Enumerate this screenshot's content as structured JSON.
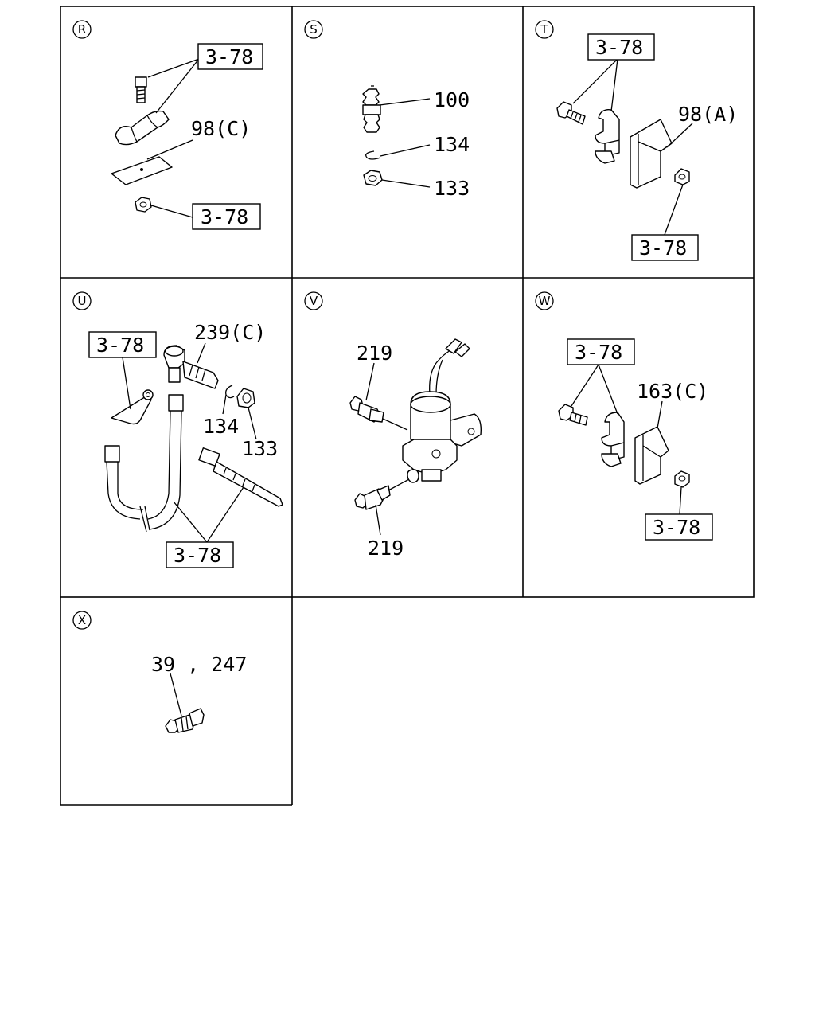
{
  "panels": [
    {
      "id": "R",
      "circle_label": "R",
      "labels": [
        "3-78",
        "98(C)",
        "3-78"
      ]
    },
    {
      "id": "S",
      "circle_label": "S",
      "labels": [
        "100",
        "134",
        "133"
      ]
    },
    {
      "id": "T",
      "circle_label": "T",
      "labels": [
        "3-78",
        "98(A)",
        "3-78"
      ]
    },
    {
      "id": "U",
      "circle_label": "U",
      "labels": [
        "3-78",
        "239(C)",
        "134",
        "133",
        "3-78"
      ]
    },
    {
      "id": "V",
      "circle_label": "V",
      "labels": [
        "219",
        "219"
      ]
    },
    {
      "id": "W",
      "circle_label": "W",
      "labels": [
        "3-78",
        "163(C)",
        "3-78"
      ]
    },
    {
      "id": "X",
      "circle_label": "X",
      "labels": [
        "39 , 247"
      ]
    }
  ]
}
